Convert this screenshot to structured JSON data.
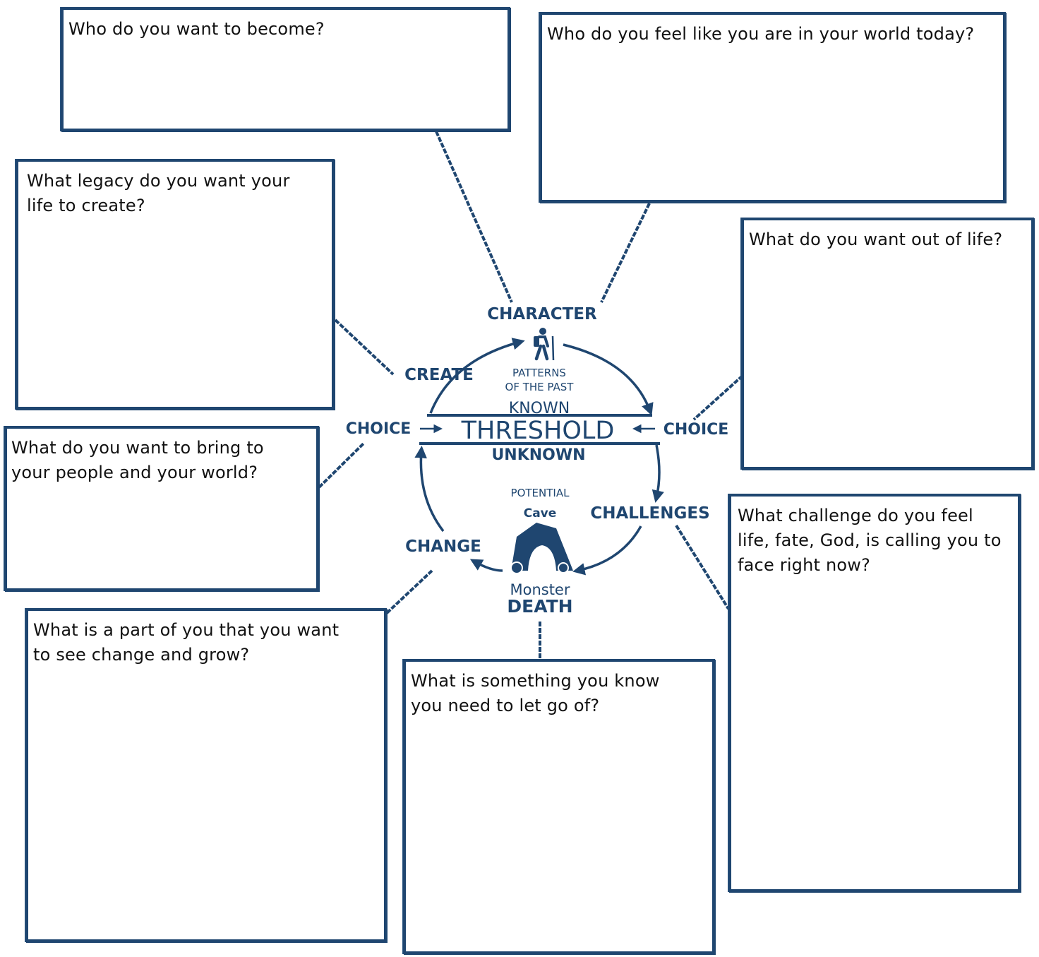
{
  "colors": {
    "ink": "#1f4670",
    "text": "#111111",
    "background": "#ffffff"
  },
  "prompts": {
    "become": "Who do you want to become?",
    "today": "Who do you feel like you are in your world today?",
    "legacy": "What legacy do you want your\nlife to create?",
    "want": "What do you want out of life?",
    "bring": "What do you want to bring to\nyour people and your world?",
    "challenge": "What challenge do you feel\nlife, fate, God, is calling you to\nface right now?",
    "change": "What is a part of you that you want\nto see change and grow?",
    "let_go": "What is something you know\nyou need to let go of?"
  },
  "diagram": {
    "character": "CHARACTER",
    "create": "CREATE",
    "patterns_line1": "PATTERNS",
    "patterns_line2": "OF THE PAST",
    "known": "KNOWN",
    "threshold": "THRESHOLD",
    "unknown": "UNKNOWN",
    "choice_left": "CHOICE",
    "choice_right": "CHOICE",
    "potential": "POTENTIAL",
    "cave": "Cave",
    "challenges": "CHALLENGES",
    "change": "CHANGE",
    "monster": "Monster",
    "death": "DEATH",
    "icons": [
      "hiker-icon",
      "cave-icon"
    ]
  }
}
